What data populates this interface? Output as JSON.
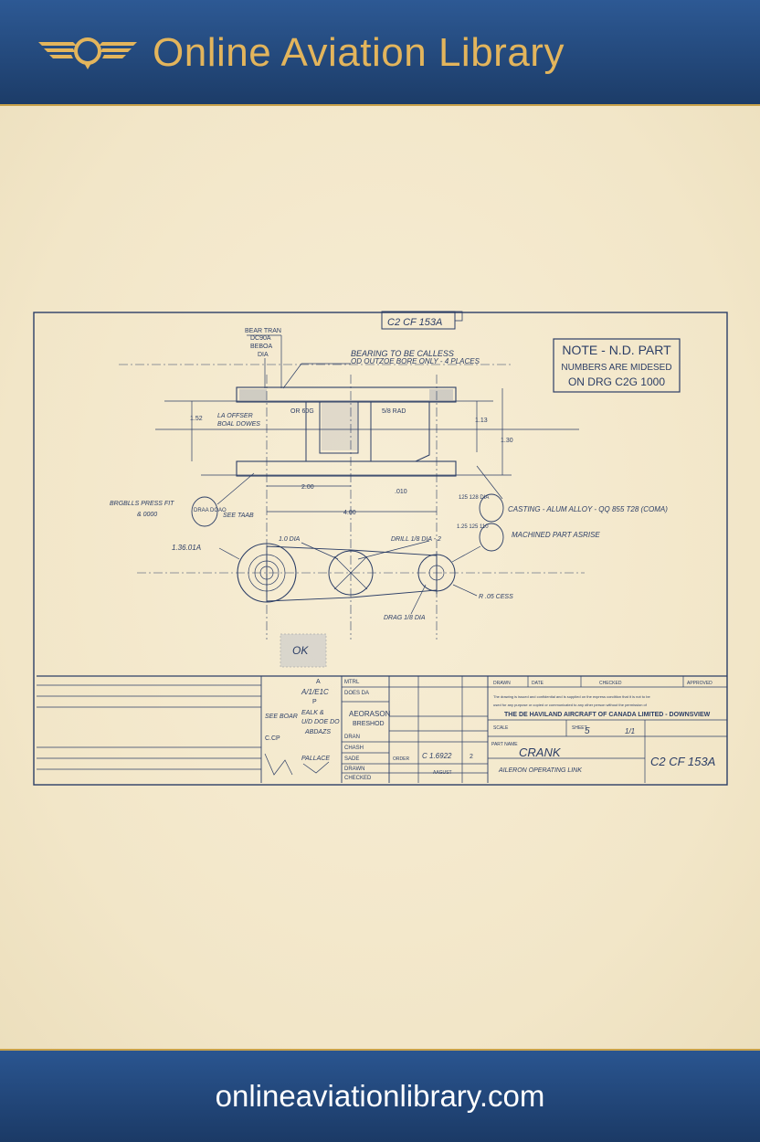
{
  "site": {
    "title": "Online Aviation Library",
    "url": "onlineaviationlibrary.com",
    "logo_icon": "winged-emblem-icon",
    "colors": {
      "header_bg": "#1f4275",
      "brand_gold": "#e3b55c",
      "paper": "#f4ebd0",
      "ink": "#2c3e66"
    }
  },
  "drawing": {
    "corner_number": "C2 CF 153A",
    "note": {
      "line1": "NOTE - N.D. PART",
      "line2": "NUMBERS ARE MIDESED",
      "line3": "ON DRG C2G 1000"
    },
    "callouts": {
      "bearing_line1": "BEARING TO BE CALLESS",
      "bearing_line2": "OD OUTZOE BORE ONLY - 4 PLACES",
      "upper_label_1": "BEAR TRAN",
      "upper_label_2": "DC90A",
      "upper_label_3": "BEBOA",
      "upper_label_4": "DIA",
      "left_dim": "1.52",
      "left_note_1": "LA OFFSER",
      "left_note_2": "BOAL DOWES",
      "inner_label_1": "OR 60G",
      "inner_label_2": "5/8 RAD",
      "right_dim_1": "1.13",
      "right_dim_2": "1.30",
      "dim_2_00": "2.00",
      "dim_4_00": "4.00",
      "dim_bottom": ".010",
      "left_callout_1": "BRGBLLS PRESS FIT",
      "left_callout_2": "& 0000",
      "left_callout_3": "SEE TAAB",
      "bubble_left": "DRAA DOAO",
      "bubble_right_top": "125 128 DIA",
      "bubble_right_bottom": "1.25 125 110",
      "casting_note": "CASTING - ALUM ALLOY - QQ 855 T28 (COMA)",
      "machined_note": "MACHINED PART ASRISE",
      "dia_left": "1.36.01A",
      "dia_mid": "1.0 DIA",
      "drill_note": "DRILL 1/8 DIA - 2",
      "radius_note": "R .05 CESS",
      "bottom_note": "DRAG 1/8 DIA",
      "stamp": "OK"
    },
    "title_block": {
      "left_1": "A",
      "left_2": "A/1/E1C",
      "left_3": "P",
      "left_4": "SEE BOAR",
      "left_5": "EALK &",
      "left_6": "U/D DOE DO",
      "left_7": "ABDAZS",
      "left_8": "C.CP",
      "left_9": "PALLACE",
      "mid_1": "AEORASON",
      "mid_2": "BRESHOD",
      "col_labels": [
        "MTRL",
        "DOES DA",
        "DRAN",
        "CHASH",
        "SADE",
        "DRAWN",
        "CHECKED"
      ],
      "order_label": "ORDER",
      "ref_no": "C 1.6922",
      "ref_qty": "2",
      "ref_date": "AAGUST",
      "header_small": [
        "DRAWN",
        "DATE",
        "CHECKED",
        "APPROVED"
      ],
      "fine_print_1": "The drawing is issued and confidential and is supplied on the express condition that it is not to be",
      "fine_print_2": "used for any purpose or copied or communicated to any other person without the permission of",
      "company": "THE DE HAVILAND AIRCRAFT OF CANADA LIMITED - DOWNSVIEW",
      "scale_label": "SCALE",
      "scale_value": "1/1",
      "sheet_label": "SHEET",
      "sheet_value": "5",
      "name_label": "PART NAME",
      "part_name": "CRANK",
      "aircraft": "AILERON OPERATING LINK",
      "drawing_no": "C2 CF 153A"
    }
  }
}
